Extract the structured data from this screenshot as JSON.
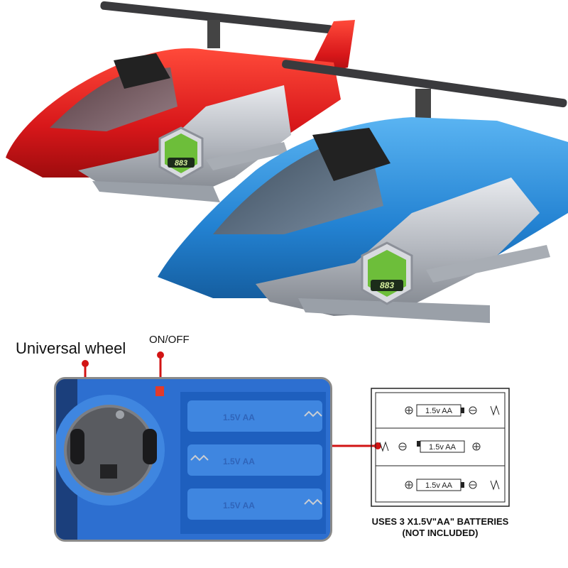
{
  "labels": {
    "universal_wheel": "Universal wheel",
    "on_off": "ON/OFF"
  },
  "badges": {
    "red_number": "883",
    "blue_number": "883"
  },
  "battery": {
    "cells": [
      "1.5v AA",
      "1.5v AA",
      "1.5v AA"
    ],
    "photo_cells": [
      "1.5V AA",
      "1.5V AA",
      "1.5V AA"
    ],
    "caption_line1": "USES 3 X1.5V\"AA\"  BATTERIES",
    "caption_line2": "(NOT INCLUDED)"
  },
  "colors": {
    "red_body": "#e0201c",
    "blue_body": "#2a8ad8",
    "silver": "#b8bcc2",
    "callout_red": "#d21414",
    "badge_green": "#6dbe3a"
  }
}
